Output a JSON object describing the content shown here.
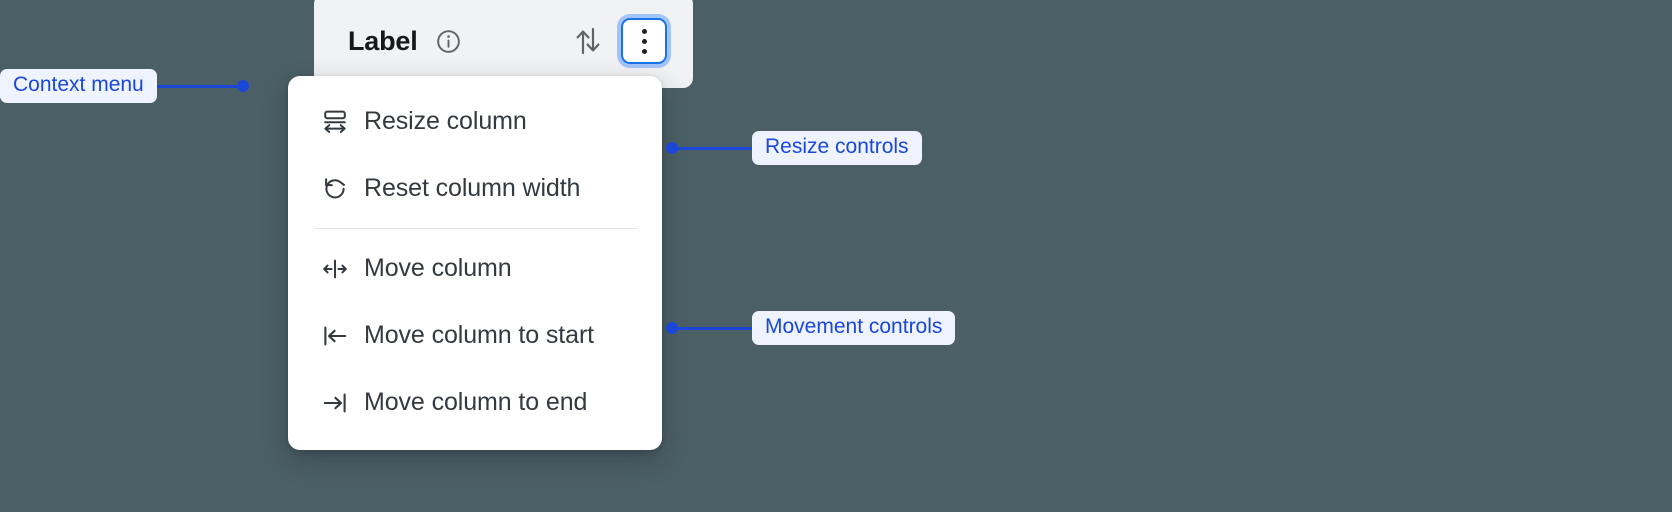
{
  "background_color": "#4b6066",
  "accent_color": "#1a47d8",
  "focus_ring_color": "#1a73e8",
  "column_header": {
    "title": "Label",
    "info_icon": "info-circle-icon",
    "sort_icon": "sort-arrows-icon",
    "menu_button_icon": "kebab-menu-icon"
  },
  "context_menu": {
    "groups": [
      {
        "name": "resize",
        "items": [
          {
            "label": "Resize column",
            "icon": "resize-column-icon"
          },
          {
            "label": "Reset column width",
            "icon": "reset-width-icon"
          }
        ]
      },
      {
        "name": "movement",
        "items": [
          {
            "label": "Move column",
            "icon": "move-column-icon"
          },
          {
            "label": "Move column to start",
            "icon": "move-to-start-icon"
          },
          {
            "label": "Move column to end",
            "icon": "move-to-end-icon"
          }
        ]
      }
    ]
  },
  "annotations": [
    {
      "label": "Context menu",
      "side": "left"
    },
    {
      "label": "Resize controls",
      "side": "right"
    },
    {
      "label": "Movement controls",
      "side": "right"
    }
  ]
}
